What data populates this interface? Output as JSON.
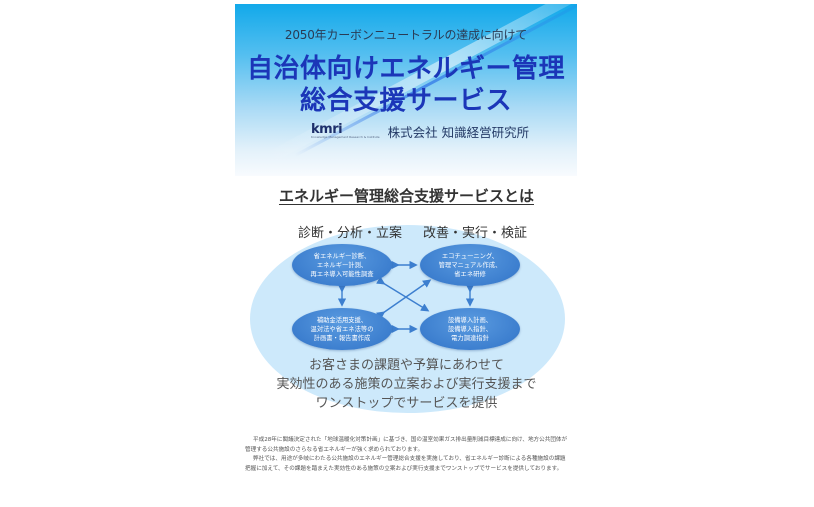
{
  "banner": {
    "subtitle": "2050年カーボンニュートラルの達成に向けて",
    "title_line1": "自治体向けエネルギー管理",
    "title_line2": "総合支援サービス",
    "logo_mark": "kmri",
    "logo_tagline": "Knowledge Management Research & Institute",
    "company_name": "株式会社 知識経営研究所",
    "colors": {
      "gradient_top": "#12a9ea",
      "title": "#1b36b8"
    }
  },
  "section": {
    "heading": "エネルギー管理総合支援サービスとは",
    "column_left": "診断・分析・立案",
    "column_right": "改善・実行・検証"
  },
  "diagram": {
    "nodes": [
      {
        "lines": [
          "省エネルギー診断、",
          "エネルギー計測、",
          "再エネ導入可能性調査"
        ]
      },
      {
        "lines": [
          "エコチューニング、",
          "管理マニュアル作成、",
          "省エネ研修"
        ]
      },
      {
        "lines": [
          "補助金活用支援、",
          "温対法や省エネ法等の",
          "計画書・報告書作成"
        ]
      },
      {
        "lines": [
          "設備導入計画、",
          "設備導入指針、",
          "電力調達指針"
        ]
      }
    ],
    "node_color": "#3d7fcf",
    "background_color": "#cde9fb"
  },
  "tagline": {
    "line1": "お客さまの課題や予算にあわせて",
    "line2": "実効性のある施策の立案および実行支援まで",
    "line3": "ワンストップでサービスを提供"
  },
  "body": {
    "paragraph1": "平成28年に閣議決定された「地球温暖化対策計画」に基づき、国の温室効果ガス排出量削減目標達成に向け、地方公共団体が管理する公共施設のさらなる省エネルギーが強く求められております。",
    "paragraph2": "弊社では、用途が多岐にわたる公共施設のエネルギー管理総合支援を実施しており、省エネルギー診断による各種施設の課題把握に加えて、その課題を踏まえた実効性のある施策の立案および実行支援までワンストップでサービスを提供しております。"
  }
}
